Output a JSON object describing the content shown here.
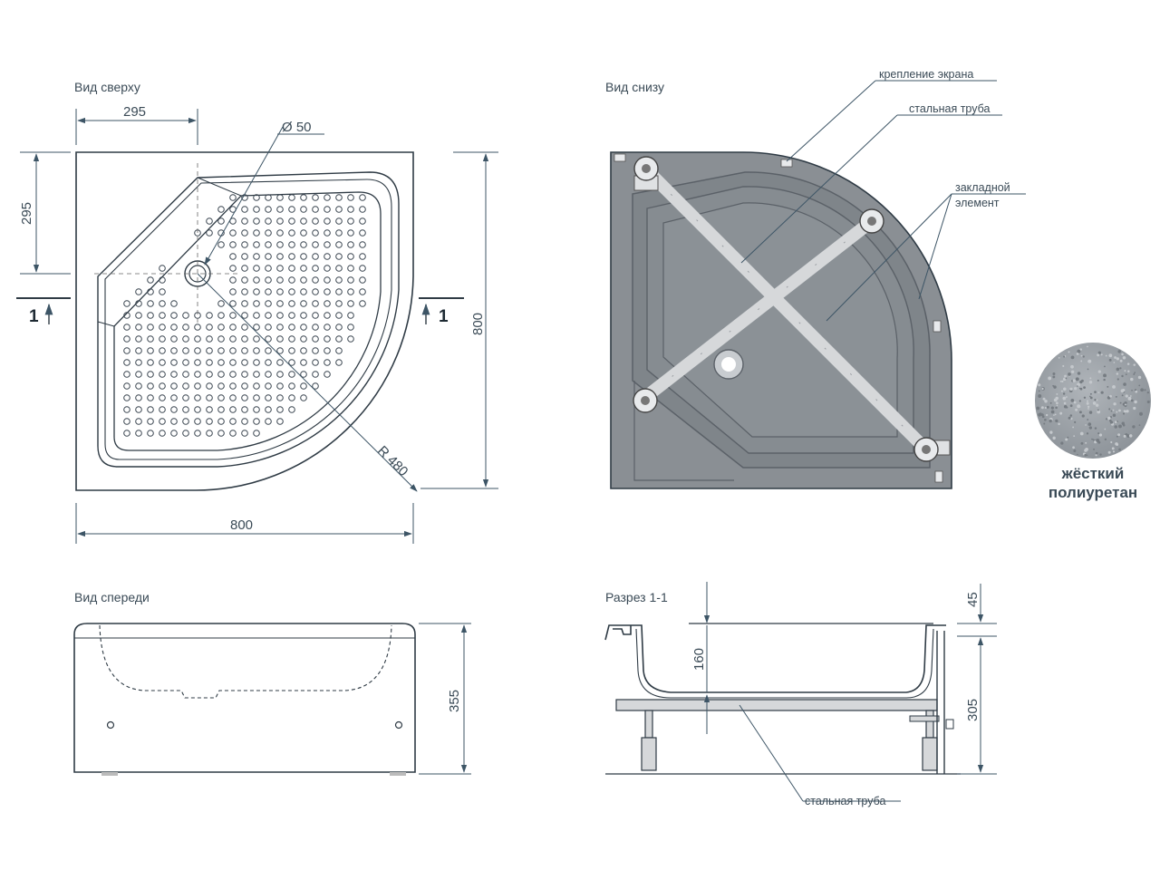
{
  "views": {
    "top": "Вид сверху",
    "bottom": "Вид снизу",
    "front": "Вид спереди",
    "section": "Разрез 1-1"
  },
  "dimensions": {
    "top_width": "295",
    "top_depth": "295",
    "drain": "Ø 50",
    "overall_height_right": "800",
    "overall_width": "800",
    "radius": "R 480",
    "front_height": "355",
    "rim_height": "45",
    "depth_160": "160",
    "support_height": "305"
  },
  "section_marks": {
    "left": "1",
    "right": "1"
  },
  "callouts": {
    "screen_mount": "крепление экрана",
    "steel_pipe_top": "стальная труба",
    "embedded_1": "закладной",
    "embedded_2": "элемент",
    "steel_pipe_bottom": "стальная труба"
  },
  "material": {
    "line1": "жёсткий",
    "line2": "полиуретан"
  },
  "colors": {
    "line": "#2f3b45",
    "dim_line": "#3d5566",
    "body_gray": "#8a8f94",
    "frame": "#d6d8da",
    "swatch": "#9aa0a6"
  }
}
